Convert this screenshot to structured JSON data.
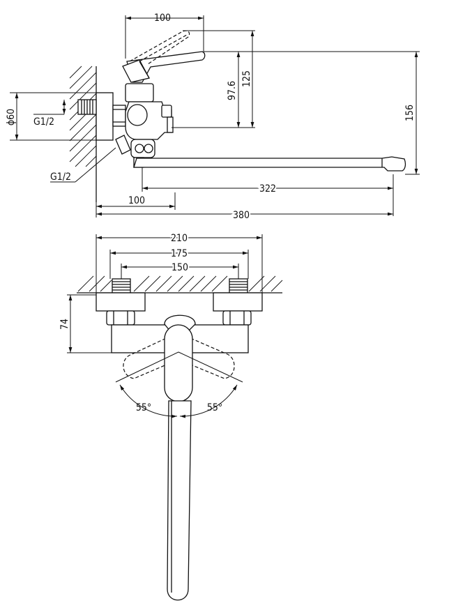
{
  "side_view": {
    "handle_width": "100",
    "height_97_6": "97.6",
    "height_125": "125",
    "height_156": "156",
    "diameter_60": "ϕ60",
    "thread_top": "G1/2",
    "thread_bottom": "G1/2",
    "spout_reach": "322",
    "wall_offset": "100",
    "total_length": "380"
  },
  "top_view": {
    "width_210": "210",
    "width_175": "175",
    "width_150": "150",
    "depth_74": "74",
    "angle_left": "55°",
    "angle_right": "55°"
  },
  "colors": {
    "line": "#111111",
    "background": "#ffffff"
  }
}
